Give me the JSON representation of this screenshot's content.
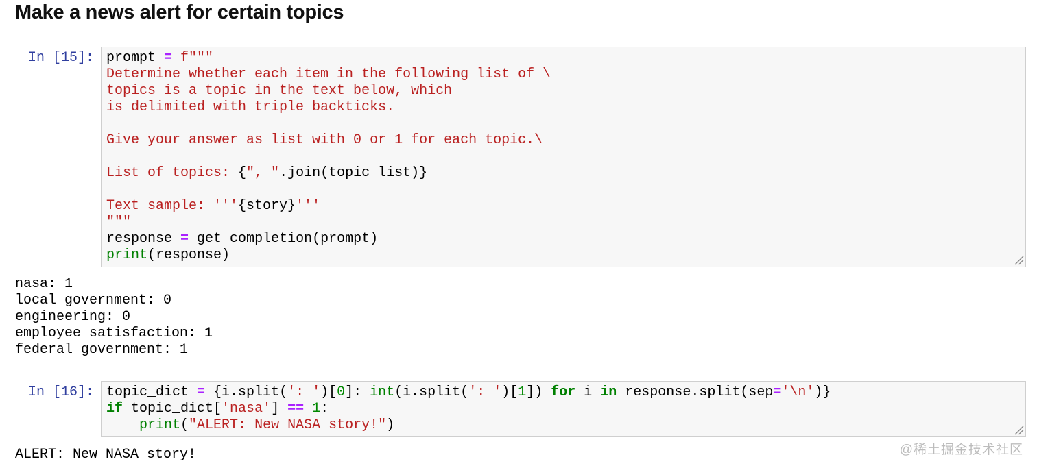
{
  "title": "Make a news alert for certain topics",
  "watermark": "@稀土掘金技术社区",
  "colors": {
    "string": "#BA2121",
    "operator": "#AA22FF",
    "keyword": "#008000",
    "builtin": "#008000",
    "number": "#008800",
    "prompt_label": "#303F9F",
    "code_text": "#000000",
    "cell_bg": "#F7F7F7",
    "cell_border": "#CFCFCF"
  },
  "cells": [
    {
      "label": "In [15]:",
      "code_lines": [
        [
          [
            "v",
            "prompt "
          ],
          [
            "o",
            "="
          ],
          [
            "v",
            " "
          ],
          [
            "s",
            "f\"\"\""
          ]
        ],
        [
          [
            "s",
            "Determine whether each item in the following list of \\"
          ]
        ],
        [
          [
            "s",
            "topics is a topic in the text below, which"
          ]
        ],
        [
          [
            "s",
            "is delimited with triple backticks."
          ]
        ],
        [],
        [
          [
            "s",
            "Give your answer as list with 0 or 1 for each topic.\\"
          ]
        ],
        [],
        [
          [
            "s",
            "List of topics: "
          ],
          [
            "v",
            "{"
          ],
          [
            "s",
            "\", \""
          ],
          [
            "v",
            ".join(topic_list)}"
          ]
        ],
        [],
        [
          [
            "s",
            "Text sample: '''"
          ],
          [
            "v",
            "{story}"
          ],
          [
            "s",
            "'''"
          ]
        ],
        [
          [
            "s",
            "\"\"\""
          ]
        ],
        [
          [
            "v",
            "response "
          ],
          [
            "o",
            "="
          ],
          [
            "v",
            " get_completion(prompt)"
          ]
        ],
        [
          [
            "b",
            "print"
          ],
          [
            "v",
            "(response)"
          ]
        ]
      ],
      "output_lines": [
        "nasa: 1",
        "local government: 0",
        "engineering: 0",
        "employee satisfaction: 1",
        "federal government: 1"
      ]
    },
    {
      "label": "In [16]:",
      "code_lines": [
        [
          [
            "v",
            "topic_dict "
          ],
          [
            "o",
            "="
          ],
          [
            "v",
            " {i.split("
          ],
          [
            "s",
            "': '"
          ],
          [
            "v",
            ")["
          ],
          [
            "n",
            "0"
          ],
          [
            "v",
            "]: "
          ],
          [
            "b",
            "int"
          ],
          [
            "v",
            "(i.split("
          ],
          [
            "s",
            "': '"
          ],
          [
            "v",
            ")["
          ],
          [
            "n",
            "1"
          ],
          [
            "v",
            "]) "
          ],
          [
            "k",
            "for"
          ],
          [
            "v",
            " i "
          ],
          [
            "k",
            "in"
          ],
          [
            "v",
            " response.split(sep"
          ],
          [
            "o",
            "="
          ],
          [
            "s",
            "'\\n'"
          ],
          [
            "v",
            ")}"
          ]
        ],
        [
          [
            "k",
            "if"
          ],
          [
            "v",
            " topic_dict["
          ],
          [
            "s",
            "'nasa'"
          ],
          [
            "v",
            "] "
          ],
          [
            "o",
            "=="
          ],
          [
            "v",
            " "
          ],
          [
            "n",
            "1"
          ],
          [
            "v",
            ":"
          ]
        ],
        [
          [
            "v",
            "    "
          ],
          [
            "b",
            "print"
          ],
          [
            "v",
            "("
          ],
          [
            "s",
            "\"ALERT: New NASA story!\""
          ],
          [
            "v",
            ")"
          ]
        ]
      ],
      "output_lines": [
        "ALERT: New NASA story!"
      ]
    }
  ]
}
